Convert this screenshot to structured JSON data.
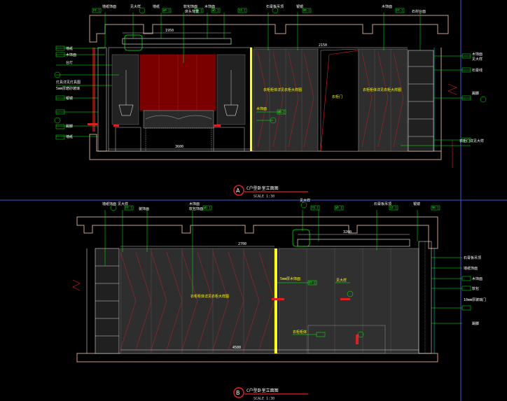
{
  "colors": {
    "background": "#000000",
    "frame_blue": "#3b5bd9",
    "leader_green": "#00ff00",
    "structure": "#c8a08a",
    "headboard_red": "#7a0000",
    "accent_red": "#e02020",
    "door_yellow": "#ffff00",
    "panel_gray": "#3a3a3a",
    "cyan": "#00c8c8"
  },
  "elevation_a": {
    "marker": "A",
    "title": "C户型卧室立面图",
    "scale": "SCALE  1:30",
    "top_labels": [
      "墙纸饰面",
      "见大样",
      "墙纸",
      "软包饰面",
      "床头背景",
      "木饰面",
      "石膏板吊顶",
      "银镜",
      "木饰面",
      "石材台面"
    ],
    "tags": [
      "PT-1",
      "WP-1",
      "FB-1",
      "WD-1",
      "ST-1",
      "MR-1",
      "PT-2",
      "WD-2"
    ],
    "left_labels": [
      "墙纸",
      "木饰面",
      "台灯",
      "灯具详见灯具图",
      "5mm厚磨砂玻璃",
      "银镜",
      "踢脚",
      "墙纸"
    ],
    "right_labels": [
      "木饰面",
      "见大样",
      "石膏线",
      "踢脚",
      "衣柜门详见大样"
    ],
    "notes": [
      "衣柜柜体详见衣柜大样图",
      "衣柜门",
      "木饰面",
      "衣柜柜体详见衣柜大样图"
    ],
    "dims": [
      "1950",
      "2150",
      "3600"
    ]
  },
  "elevation_b": {
    "marker": "B",
    "title": "C户型卧室立面图",
    "scale": "SCALE  1:30",
    "top_labels": [
      "墙纸饰面",
      "见大样",
      "装饰画",
      "木饰面",
      "软包饰面",
      "见大样",
      "石膏板吊顶",
      "银镜"
    ],
    "tags": [
      "PT-1",
      "WD-1",
      "FB-1",
      "WP-1",
      "ST-1",
      "MR-1",
      "PT-2"
    ],
    "right_labels": [
      "石膏板吊顶",
      "墙纸饰面",
      "木饰面",
      "软包",
      "10mm厚玻璃门",
      "踢脚"
    ],
    "notes": [
      "衣柜柜体详见衣柜大样图",
      "5mm厚木饰面",
      "见大样",
      "衣柜柜体"
    ],
    "dims": [
      "2700",
      "3200",
      "4500"
    ]
  }
}
